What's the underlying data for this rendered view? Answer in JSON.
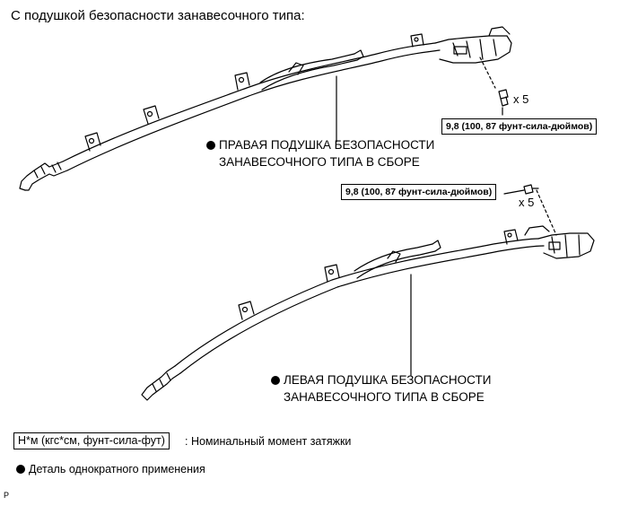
{
  "title": "С подушкой безопасности занавесочного типа:",
  "right_airbag": {
    "line1": "ПРАВАЯ ПОДУШКА БЕЗОПАСНОСТИ",
    "line2": "ЗАНАВЕСОЧНОГО ТИПА В СБОРЕ"
  },
  "left_airbag": {
    "line1": "ЛЕВАЯ ПОДУШКА БЕЗОПАСНОСТИ",
    "line2": "ЗАНАВЕСОЧНОГО ТИПА В СБОРЕ"
  },
  "torque_spec_right": "9,8 (100, 87 фунт-сила-дюймов)",
  "torque_spec_left": "9,8 (100, 87 фунт-сила-дюймов)",
  "bolt_qty_right": "x 5",
  "bolt_qty_left": "x 5",
  "legend": {
    "unit_box": "Н*м (кгс*см, фунт-сила-фут)",
    "unit_desc": ": Номинальный момент затяжки",
    "single_use": "Деталь однократного применения"
  },
  "footer_code": "P"
}
